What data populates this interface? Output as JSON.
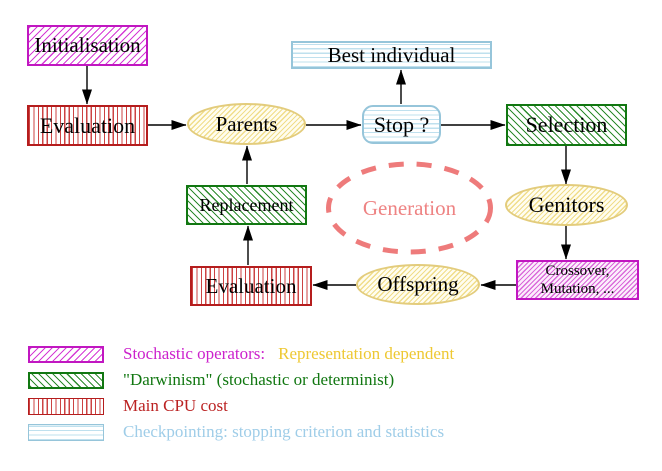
{
  "palette": {
    "magenta": "#c117c1",
    "green": "#117711",
    "red": "#b51d1d",
    "yellow_node_border": "#e3cc7c",
    "cyan_node_border": "#96c5da",
    "legend_magenta_text": "#cc22cc",
    "legend_yellow_text": "#eec832",
    "legend_green_text": "#117711",
    "legend_red_text": "#bb2222",
    "legend_cyan_text": "#9fcde8",
    "generation_salmon": "#ee7b7b",
    "arrow_black": "#000000"
  },
  "nodes": {
    "initialisation": "Initialisation",
    "evaluation_top": "Evaluation",
    "parents": "Parents",
    "best_individual": "Best individual",
    "stop": "Stop ?",
    "selection": "Selection",
    "genitors": "Genitors",
    "crossover_line1": "Crossover,",
    "crossover_line2": "Mutation, ...",
    "offspring": "Offspring",
    "evaluation_bottom": "Evaluation",
    "replacement": "Replacement",
    "generation": "Generation"
  },
  "legend": {
    "rows": [
      {
        "label": "Stochastic operators:",
        "label2": "Representation dependent"
      },
      {
        "label": "\"Darwinism\" (stochastic or determinist)"
      },
      {
        "label": "Main CPU cost"
      },
      {
        "label": "Checkpointing: stopping criterion and statistics"
      }
    ]
  }
}
